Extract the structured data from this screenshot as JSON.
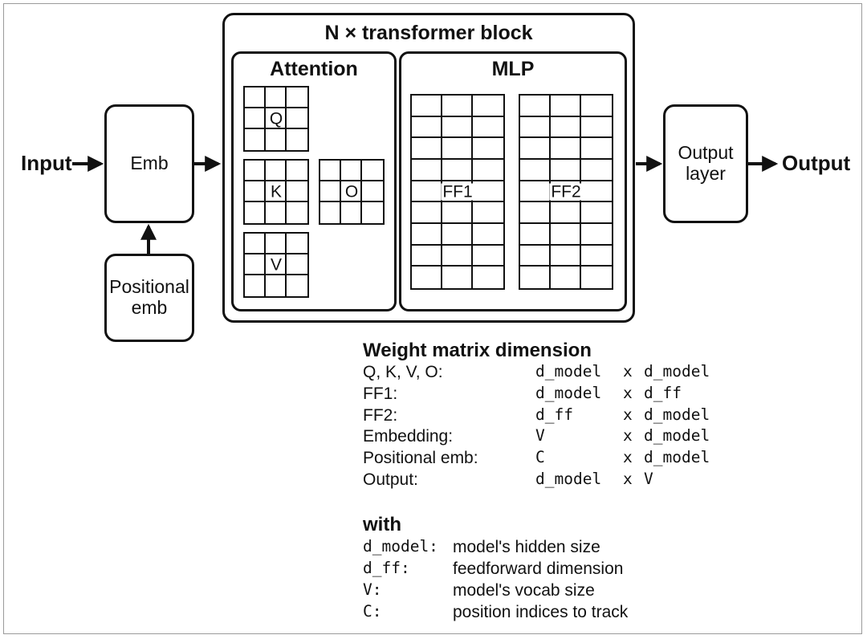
{
  "diagram": {
    "input_label": "Input",
    "output_label": "Output",
    "embedding_box": "Emb",
    "positional_box": "Positional\nemb",
    "output_layer_box": "Output\nlayer",
    "transformer_block_title": "N × transformer block",
    "attention_title": "Attention",
    "mlp_title": "MLP",
    "matrices": {
      "q": "Q",
      "k": "K",
      "v": "V",
      "o": "O",
      "ff1": "FF1",
      "ff2": "FF2"
    }
  },
  "weights": {
    "heading": "Weight matrix dimension",
    "rows": [
      {
        "name": "Q, K, V, O:",
        "rows_dim": "d_model",
        "x": "x",
        "cols_dim": "d_model"
      },
      {
        "name": "FF1:",
        "rows_dim": "d_model",
        "x": "x",
        "cols_dim": "d_ff"
      },
      {
        "name": "FF2:",
        "rows_dim": "d_ff",
        "x": "x",
        "cols_dim": "d_model"
      },
      {
        "name": "Embedding:",
        "rows_dim": "V",
        "x": "x",
        "cols_dim": "d_model"
      },
      {
        "name": "Positional emb:",
        "rows_dim": "C",
        "x": "x",
        "cols_dim": "d_model"
      },
      {
        "name": "Output:",
        "rows_dim": "d_model",
        "x": "x",
        "cols_dim": "V"
      }
    ]
  },
  "legend": {
    "heading": "with",
    "rows": [
      {
        "symbol": "d_model:",
        "meaning": "model's hidden size"
      },
      {
        "symbol": "d_ff:",
        "meaning": "feedforward dimension"
      },
      {
        "symbol": "V:",
        "meaning": "model's vocab size"
      },
      {
        "symbol": "C:",
        "meaning": "position indices to track"
      }
    ]
  },
  "colors": {
    "ink": "#111111",
    "frame": "#9a9a9a"
  }
}
